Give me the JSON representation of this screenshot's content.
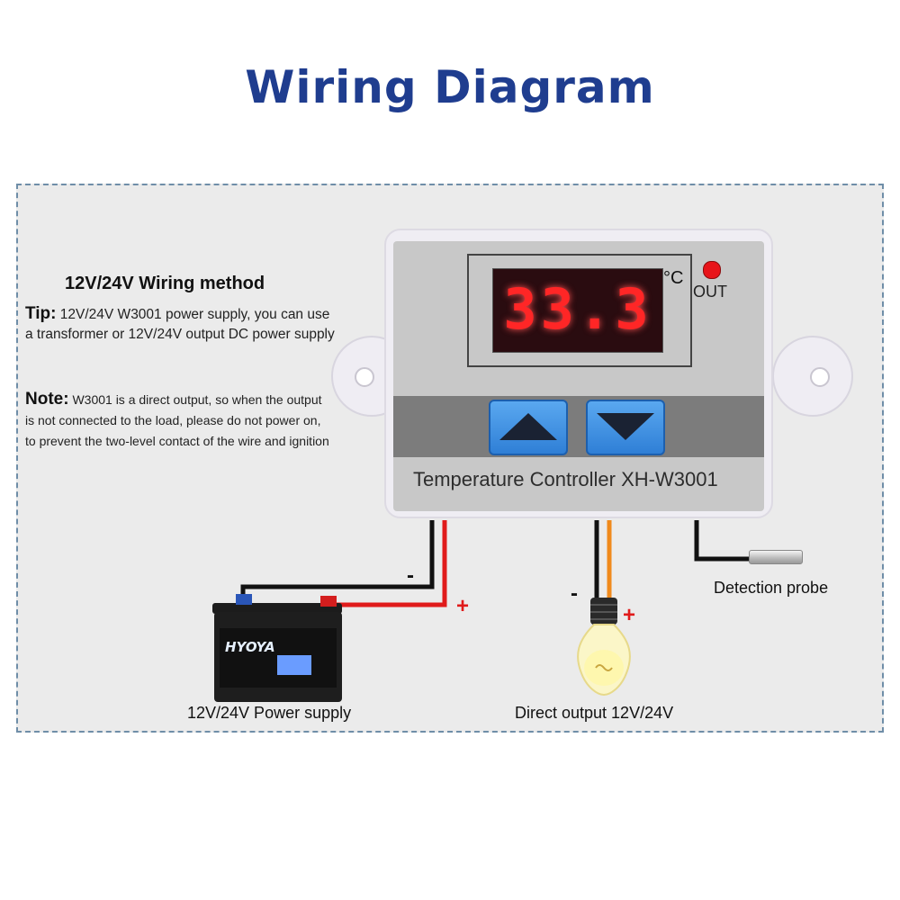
{
  "title": "Wiring Diagram",
  "method": {
    "heading": "12V/24V Wiring method",
    "tip_label": "Tip:",
    "tip_text": " 12V/24V W3001 power supply, you can use a transformer or 12V/24V output DC power supply",
    "note_label": "Note:",
    "note_text": " W3001 is a direct output, so when the output is not connected to the load, please do not power on, to prevent the two-level contact of the wire and ignition"
  },
  "controller": {
    "display": "33.3",
    "unit": "°C",
    "out_label": "OUT",
    "model_label": "Temperature Controller  XH-W3001"
  },
  "battery": {
    "brand": "HYOYA"
  },
  "signs": {
    "minus": "-",
    "plus": "+"
  },
  "labels": {
    "power_supply": "12V/24V Power supply",
    "direct_output": "Direct output 12V/24V",
    "detection_probe": "Detection probe"
  },
  "colors": {
    "title": "#1f3d8f",
    "positive_wire": "#e01b1b",
    "negative_wire": "#111111",
    "output_wire": "#f08a1c",
    "led": "#e8141a",
    "buttons": "#3a8ee6"
  }
}
